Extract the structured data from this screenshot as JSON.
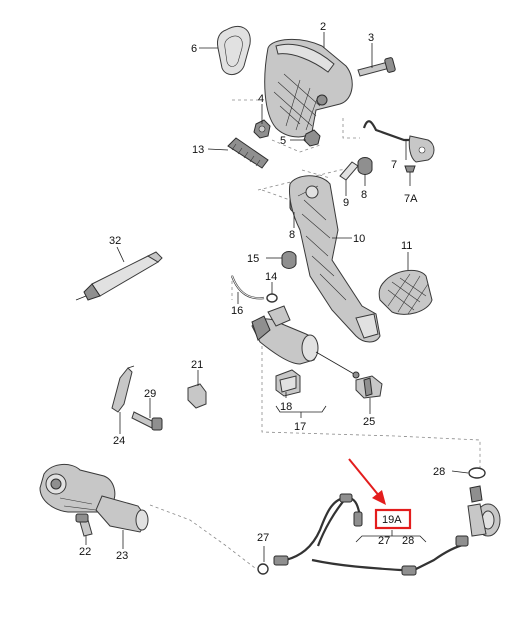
{
  "callouts": {
    "c2": "2",
    "c3": "3",
    "c4": "4",
    "c5": "5",
    "c6": "6",
    "c7": "7",
    "c7a": "7A",
    "c8a": "8",
    "c8b": "8",
    "c9": "9",
    "c10": "10",
    "c11": "11",
    "c13": "13",
    "c14": "14",
    "c15": "15",
    "c16": "16",
    "c17": "17",
    "c18": "18",
    "c19a": "19A",
    "c21": "21",
    "c22": "22",
    "c23": "23",
    "c24": "24",
    "c25": "25",
    "c27a": "27",
    "c27b": "27",
    "c28a": "28",
    "c28b": "28",
    "c29": "29",
    "c32": "32"
  },
  "highlight": {
    "color": "#e31d1d",
    "target": "19A"
  }
}
